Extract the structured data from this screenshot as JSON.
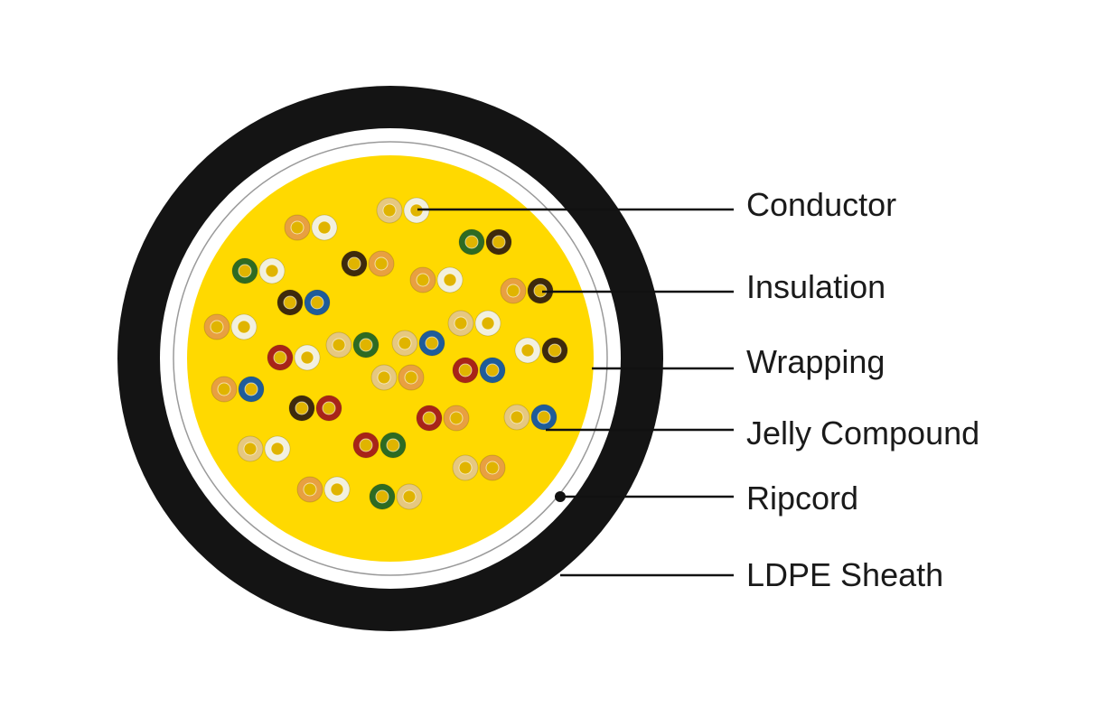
{
  "labels": {
    "conductor": "Conductor",
    "insulation": "Insulation",
    "wrapping": "Wrapping",
    "jelly": "Jelly Compound",
    "ripcord": "Ripcord",
    "sheath": "LDPE Sheath"
  },
  "colors": {
    "sheath": "#141414",
    "jelly": "#FFD900",
    "wrapping_line": "#9a9a9a",
    "leader": "#111111",
    "insulation_palette": {
      "white": "#F2F0DF",
      "orange": "#E8A040",
      "green": "#2E6B22",
      "brown": "#3E2A0C",
      "blue": "#1F5C99",
      "red": "#A82418",
      "tan": "#E6C880"
    },
    "conductor_core": "#E0B400"
  },
  "wire_pairs": [
    [
      "tan",
      "white"
    ],
    [
      "orange",
      "white"
    ],
    [
      "green",
      "brown"
    ],
    [
      "brown",
      "orange"
    ],
    [
      "green",
      "white"
    ],
    [
      "orange",
      "white"
    ],
    [
      "orange",
      "brown"
    ],
    [
      "brown",
      "blue"
    ],
    [
      "orange",
      "white"
    ],
    [
      "tan",
      "white"
    ],
    [
      "red",
      "white"
    ],
    [
      "tan",
      "green"
    ],
    [
      "tan",
      "blue"
    ],
    [
      "white",
      "brown"
    ],
    [
      "tan",
      "orange"
    ],
    [
      "red",
      "blue"
    ],
    [
      "orange",
      "blue"
    ],
    [
      "brown",
      "red"
    ],
    [
      "red",
      "orange"
    ],
    [
      "tan",
      "blue"
    ],
    [
      "tan",
      "white"
    ],
    [
      "red",
      "green"
    ],
    [
      "tan",
      "orange"
    ],
    [
      "orange",
      "white"
    ],
    [
      "green",
      "tan"
    ]
  ]
}
